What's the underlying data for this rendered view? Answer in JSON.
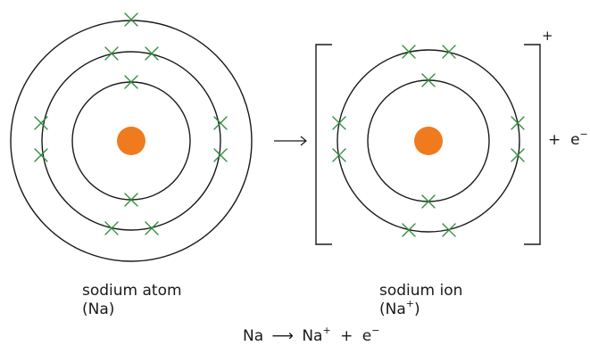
{
  "colors": {
    "nucleus": "#f07b1e",
    "electron": "#2e8b3a",
    "ink": "#1a1a1a"
  },
  "atom": {
    "name": "sodium atom",
    "formula": "(Na)"
  },
  "ion": {
    "name": "sodium ion",
    "formula_open": "(Na",
    "formula_charge": "+",
    "formula_close": ")",
    "bracket_charge": "+"
  },
  "products": {
    "plus": "+",
    "electron": "e",
    "electron_charge": "−"
  },
  "equation": {
    "reactant": "Na",
    "arrow": "⟶",
    "product": "Na",
    "product_charge": "+",
    "plus": "+",
    "electron": "e",
    "electron_charge": "−"
  },
  "shells": {
    "atom": [
      2,
      8,
      1
    ],
    "ion": [
      2,
      8
    ]
  }
}
